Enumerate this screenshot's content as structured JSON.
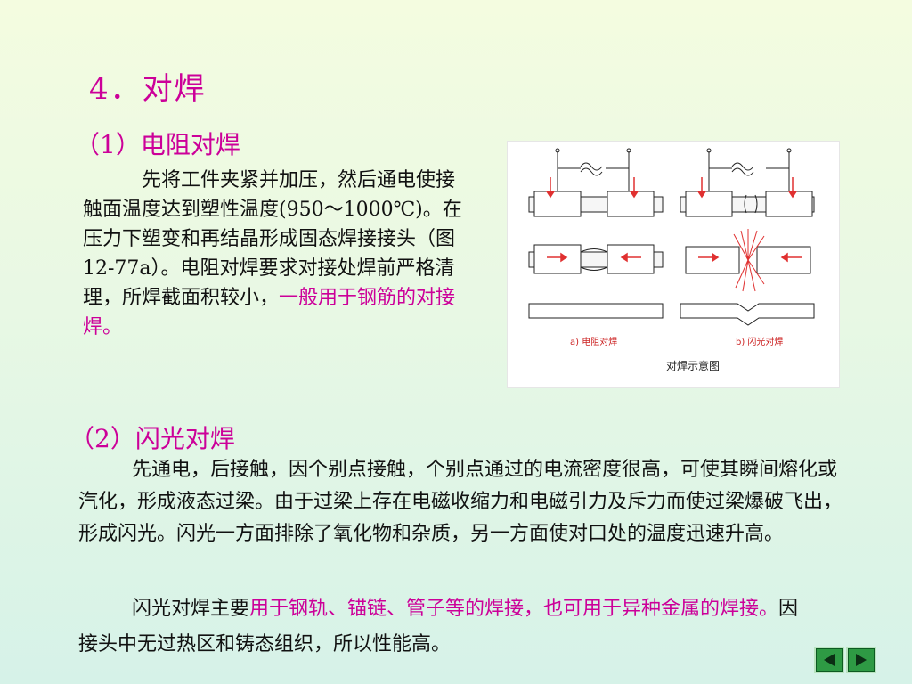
{
  "title": "4．对焊",
  "section1": {
    "heading": "（1）电阻对焊",
    "text_plain": "先将工件夹紧并加压，然后通电使接触面温度达到塑性温度(950～1000℃)。在压力下塑变和再结晶形成固态焊接接头（图12-77a）。电阻对焊要求对接处焊前严格清理，所焊截面积较小，",
    "text_highlight": "一般用于钢筋的对接焊。"
  },
  "figure": {
    "label_a": "a) 电阻对焊",
    "label_b": "b) 闪光对焊",
    "caption": "对焊示意图"
  },
  "section2": {
    "heading": "（2）闪光对焊",
    "para1": "先通电，后接触，因个别点接触，个别点通过的电流密度很高，可使其瞬间熔化或汽化，形成液态过梁。由于过梁上存在电磁收缩力和电磁引力及斥力而使过梁爆破飞出，形成闪光。闪光一方面排除了氧化物和杂质，另一方面使对口处的温度迅速升高。",
    "para2_plain": "闪光对焊主要",
    "para2_highlight": "用于钢轨、锚链、管子等的焊接，也可用于异种金属的焊接。",
    "para2_end": "因接头中无过热区和铸态组织，所以性能高。"
  },
  "nav": {
    "prev_icon": "triangle-left-icon",
    "next_icon": "triangle-right-icon",
    "color": "#2e9a44"
  },
  "colors": {
    "accent": "#cc0099",
    "figure_arrow": "#e03030"
  }
}
